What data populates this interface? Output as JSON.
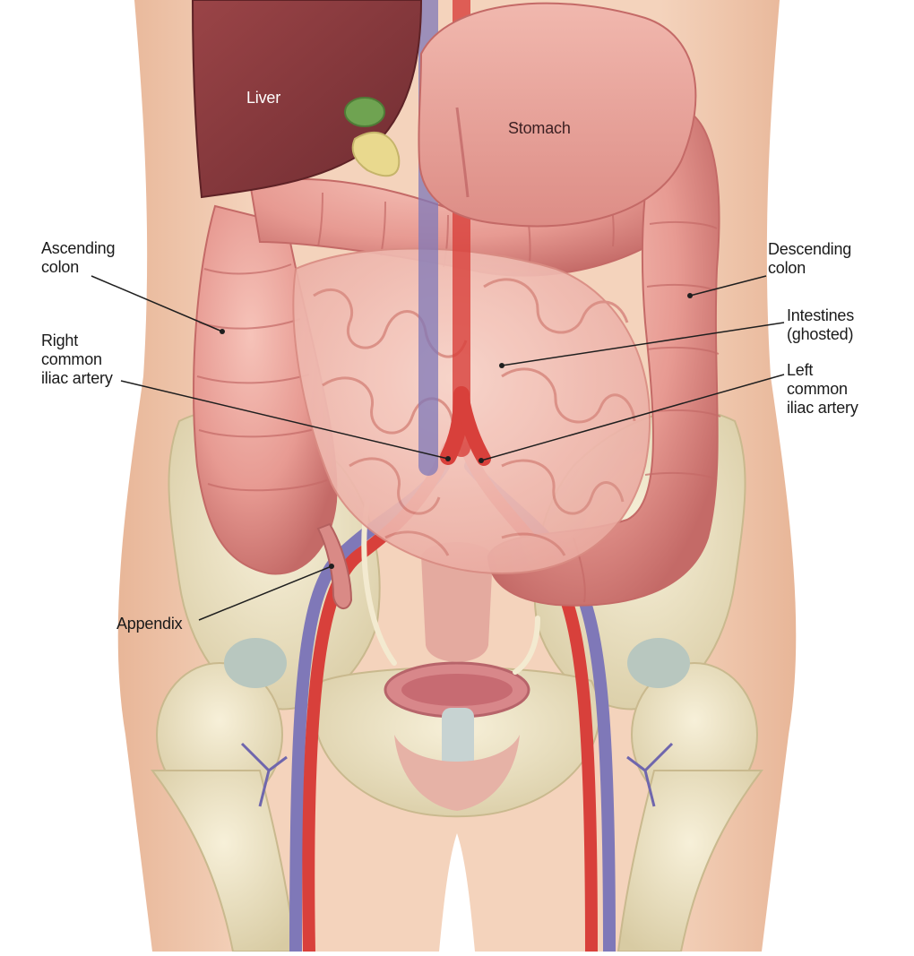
{
  "labels": {
    "liver": "Liver",
    "stomach": "Stomach",
    "ascending_colon": "Ascending\ncolon",
    "descending_colon": "Descending\ncolon",
    "right_common_iliac": "Right\ncommon\niliac artery",
    "intestines_ghosted": "Intestines\n(ghosted)",
    "left_common_iliac": "Left\ncommon\niliac artery",
    "appendix": "Appendix"
  },
  "colors": {
    "skin": "#f2cdb4",
    "skin_shadow": "#e3b397",
    "liver": "#8a3a3e",
    "stomach": "#eaa79e",
    "colon": "#e79a92",
    "colon_shadow": "#c96f6c",
    "intestine": "#f1b7ad",
    "bone": "#eee4c8",
    "artery": "#d8403b",
    "vein": "#7f78b8",
    "gallbladder": "#6fa351",
    "pancreas": "#e9d98e",
    "leader_line": "#1f1f1f"
  }
}
